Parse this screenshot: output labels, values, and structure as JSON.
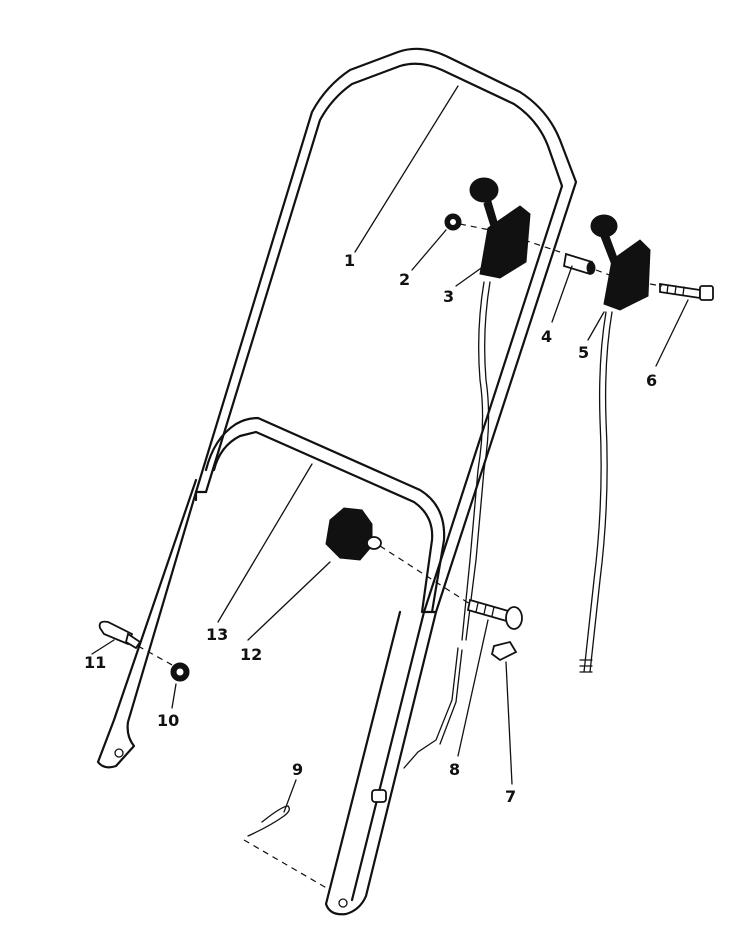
{
  "diagram": {
    "callouts": [
      {
        "id": "callout-1",
        "label": "1"
      },
      {
        "id": "callout-2",
        "label": "2"
      },
      {
        "id": "callout-3",
        "label": "3"
      },
      {
        "id": "callout-4",
        "label": "4"
      },
      {
        "id": "callout-5",
        "label": "5"
      },
      {
        "id": "callout-6",
        "label": "6"
      },
      {
        "id": "callout-7",
        "label": "7"
      },
      {
        "id": "callout-8",
        "label": "8"
      },
      {
        "id": "callout-9",
        "label": "9"
      },
      {
        "id": "callout-10",
        "label": "10"
      },
      {
        "id": "callout-11",
        "label": "11"
      },
      {
        "id": "callout-12",
        "label": "12"
      },
      {
        "id": "callout-13",
        "label": "13"
      }
    ]
  },
  "colors": {
    "ink": "#111111",
    "paper": "#ffffff"
  }
}
